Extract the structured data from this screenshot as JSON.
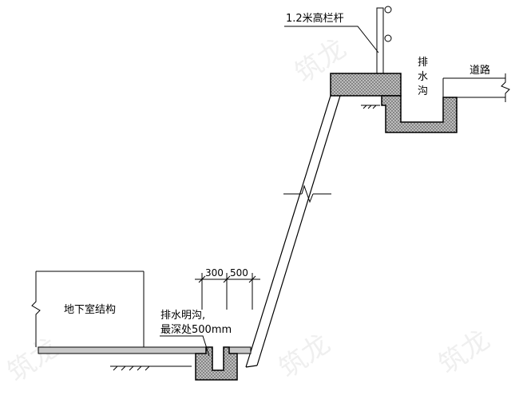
{
  "labels": {
    "railing": "1.2米高栏杆",
    "drain_ditch_vertical": [
      "排",
      "水",
      "沟"
    ],
    "road": "道路",
    "basement": "地下室结构",
    "dim_300": "300",
    "dim_500": "500",
    "open_ditch_line1": "排水明沟,",
    "open_ditch_line2": "最深处500mm"
  },
  "watermark": "筑龙"
}
